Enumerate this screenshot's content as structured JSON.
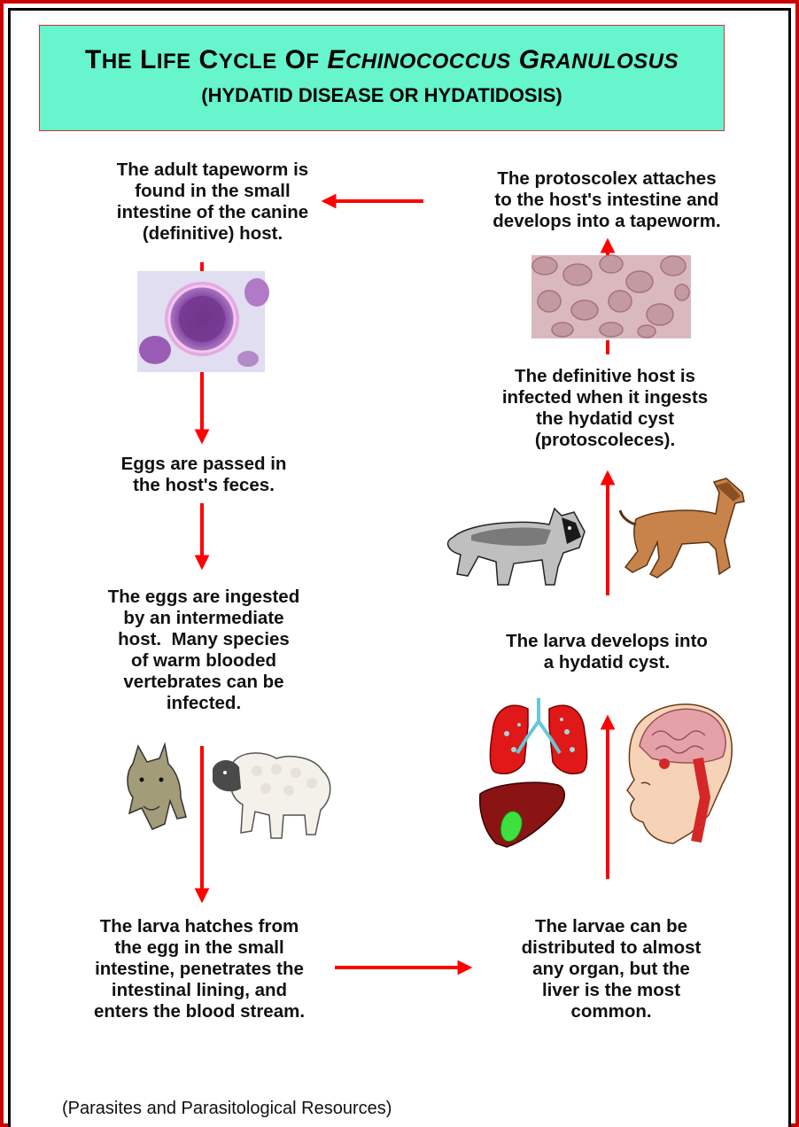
{
  "title": {
    "line1_prefix": "The Life Cycle of ",
    "line1_species": "Echinococcus granulosus",
    "line2": "(HYDATID DISEASE OR HYDATIDOSIS)"
  },
  "stages": {
    "adult": "The adult tapeworm is\nfound in the small\nintestine of the canine\n(definitive) host.",
    "eggs_passed": "Eggs are passed in\nthe host's feces.",
    "eggs_ingested": "The eggs are ingested\nby an intermediate\nhost.  Many species\nof warm blooded\nvertebrates can be\ninfected.",
    "larva_hatches": "The larva hatches from\nthe egg in the small\nintestine, penetrates the\nintestinal lining, and\nenters the blood stream.",
    "larvae_distributed": "The larvae can be\ndistributed to almost\nany organ, but the\nliver is the most\ncommon.",
    "hydatid_cyst": "The larva develops into\na hydatid cyst.",
    "definitive_infected": "The definitive host is\ninfected when it ingests\nthe hydatid cyst\n(protoscoleces).",
    "protoscolex": "The protoscolex attaches\nto the host's intestine and\ndevelops into a tapeworm."
  },
  "illustrations": [
    "egg-micrograph",
    "protoscoleces-micrograph",
    "goat",
    "sheep",
    "wolf",
    "dog",
    "lungs",
    "liver",
    "brain-head"
  ],
  "colors": {
    "arrow": "#ff0000",
    "title_bg": "#66f5cc",
    "frame_red": "#cc0000"
  },
  "citation": "(Parasites and Parasitological Resources)"
}
